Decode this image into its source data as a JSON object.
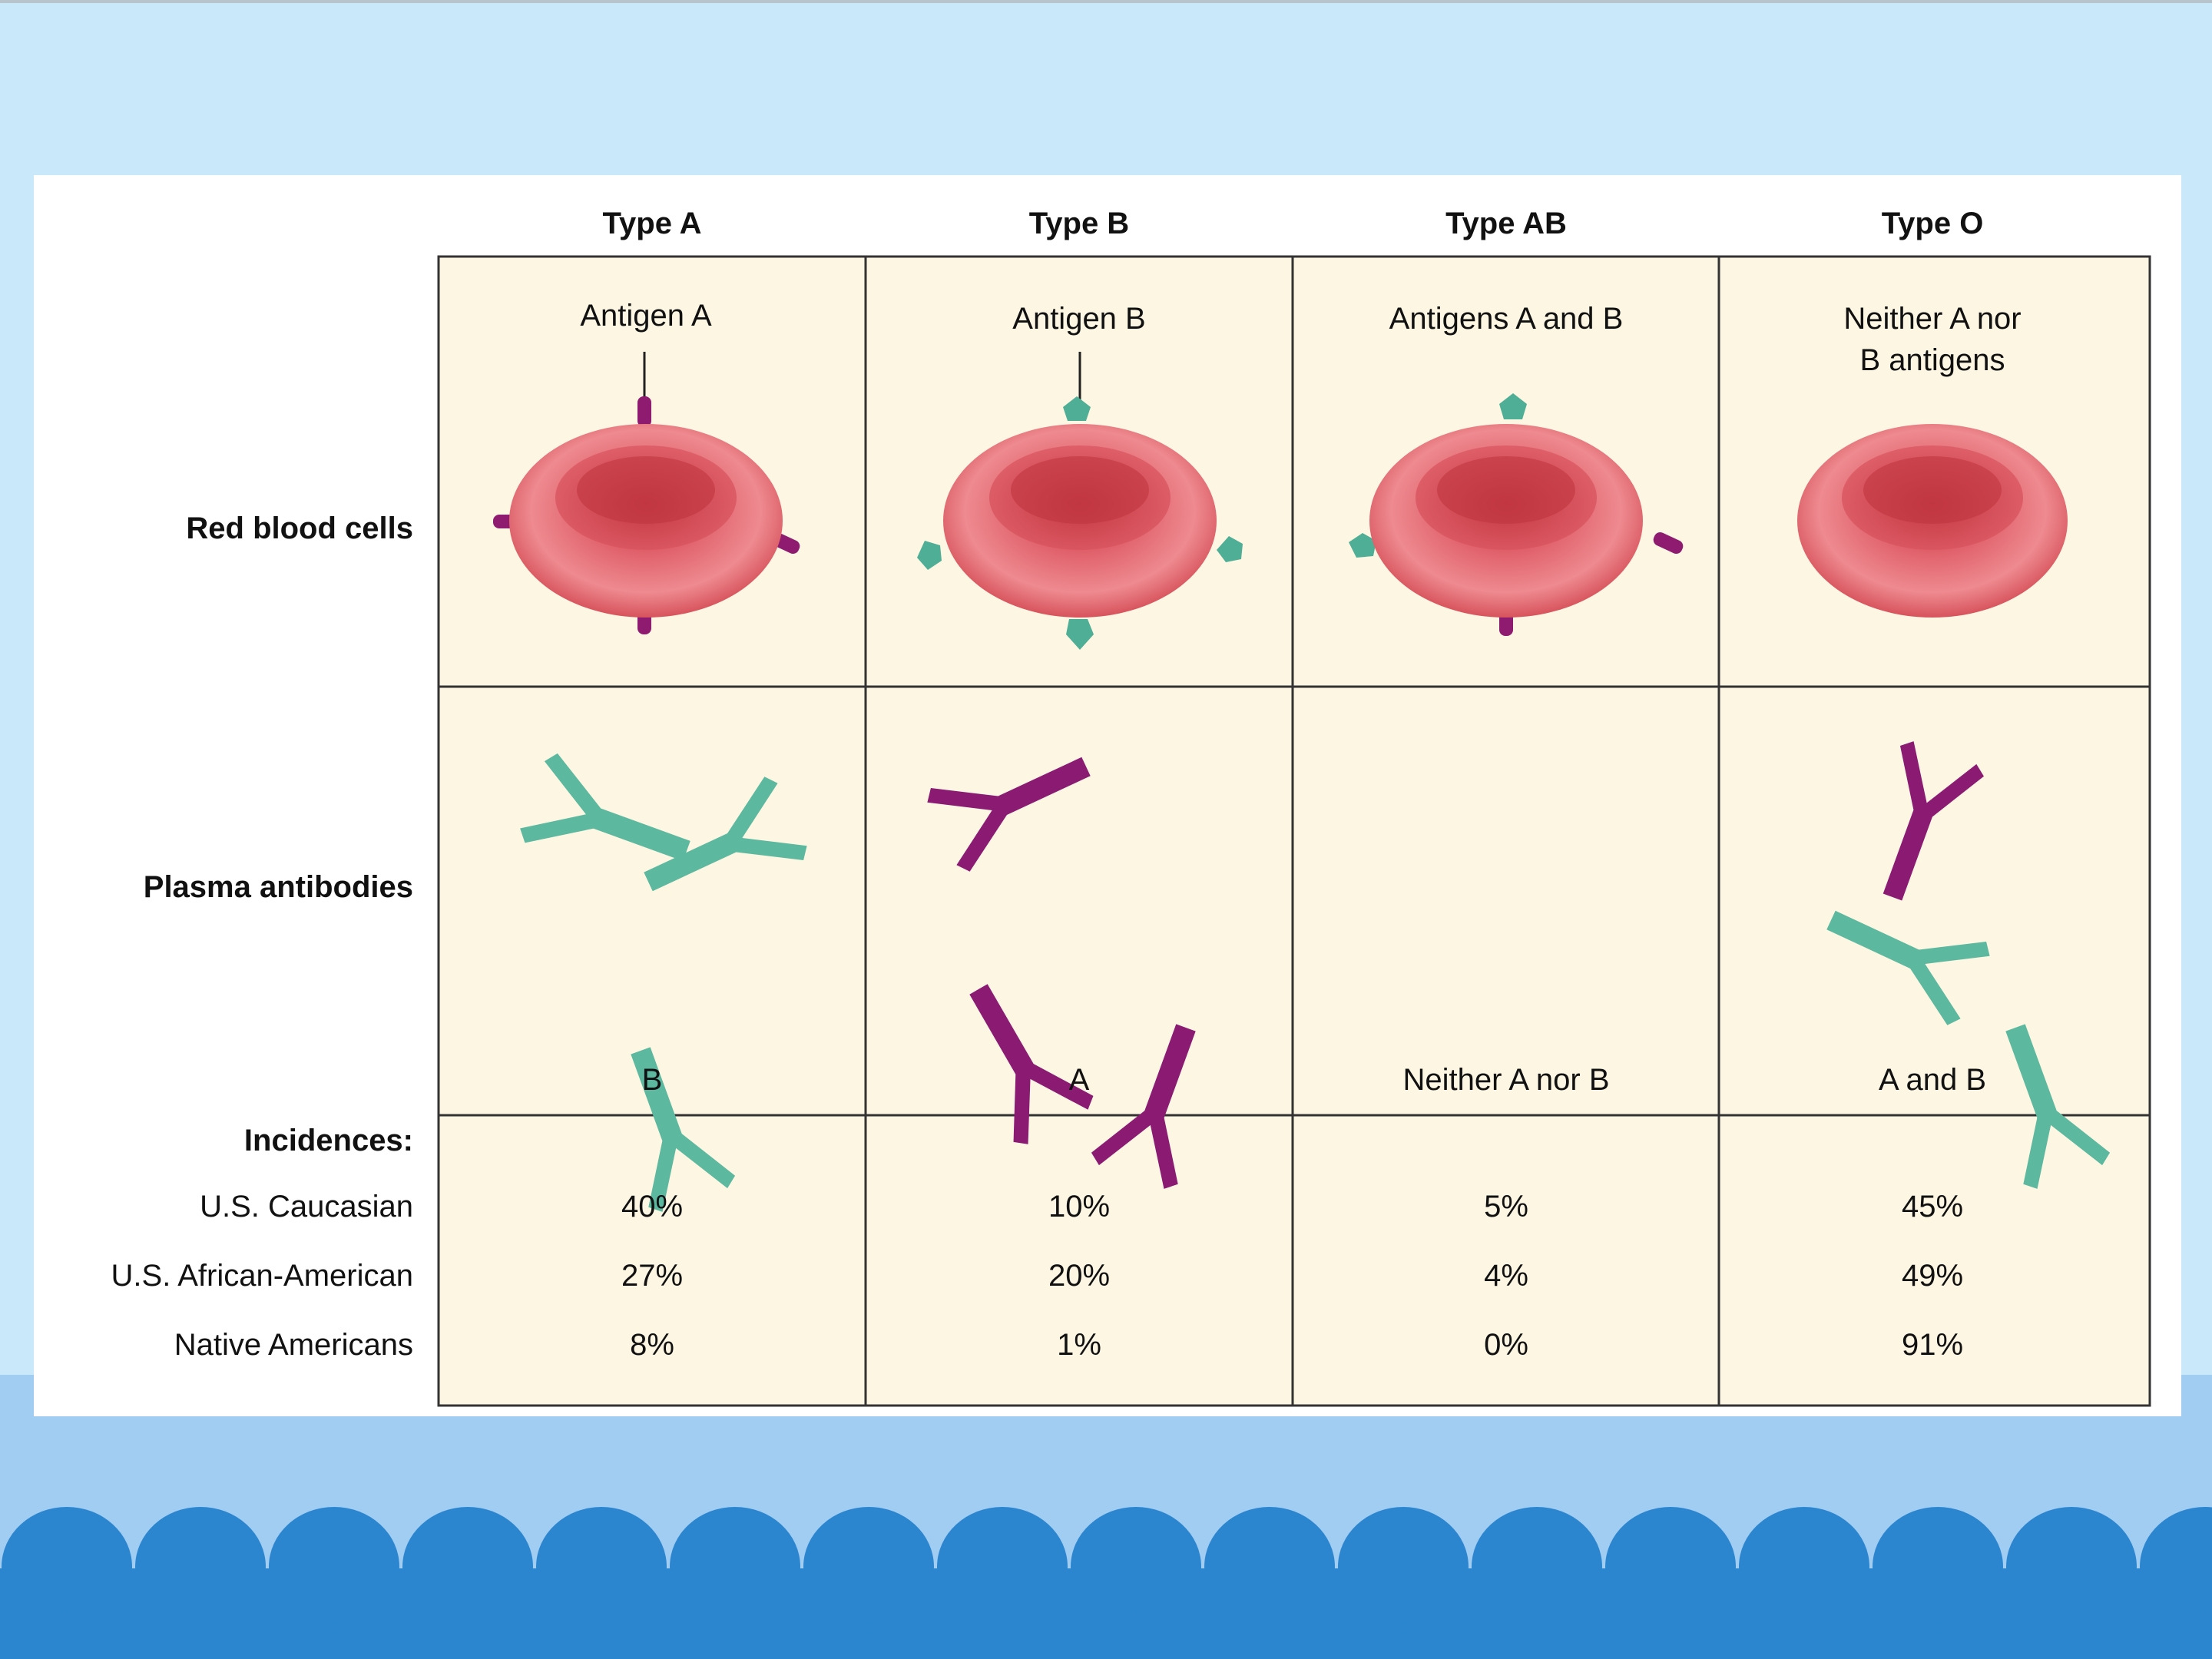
{
  "columns": [
    {
      "title": "Type A",
      "antigen_label": "Antigen A",
      "antibody_label": "B",
      "incidence": [
        "40%",
        "27%",
        "8%"
      ]
    },
    {
      "title": "Type B",
      "antigen_label": "Antigen B",
      "antibody_label": "A",
      "incidence": [
        "10%",
        "20%",
        "1%"
      ]
    },
    {
      "title": "Type AB",
      "antigen_label": "Antigens A and B",
      "antibody_label": "Neither A nor B",
      "incidence": [
        "5%",
        "4%",
        "0%"
      ]
    },
    {
      "title": "Type O",
      "antigen_label_line1": "Neither A nor",
      "antigen_label_line2": "B antigens",
      "antibody_label": "A and B",
      "incidence": [
        "45%",
        "49%",
        "91%"
      ]
    }
  ],
  "rows": {
    "rbc": "Red blood cells",
    "antibodies": "Plasma antibodies",
    "incidences": "Incidences:",
    "groups": [
      "U.S. Caucasian",
      "U.S. African-American",
      "Native Americans"
    ]
  },
  "colors": {
    "cell_bg": "#fdf6e3",
    "rbc": "#d8454f",
    "antigen_a": "#8e1b6f",
    "antigen_b": "#4fae96",
    "antibody_anti_b": "#5cb89f",
    "antibody_anti_a": "#8b1a72"
  }
}
